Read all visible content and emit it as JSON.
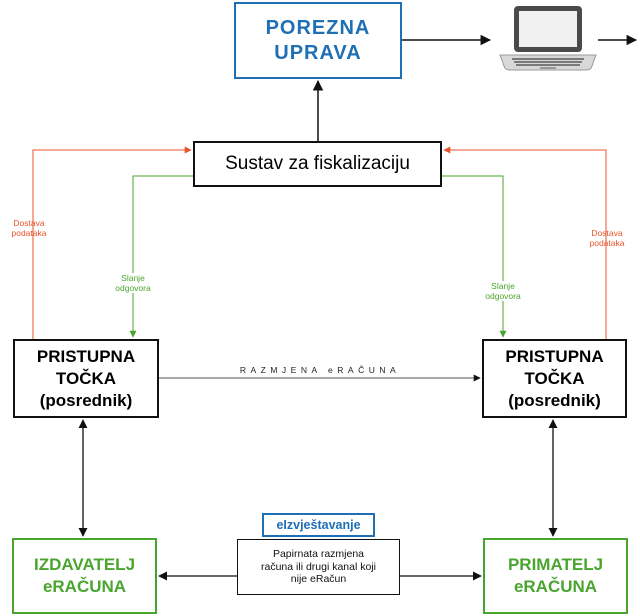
{
  "colors": {
    "blue": "#1f6fb5",
    "green": "#4aa52e",
    "red": "#e8542c",
    "black": "#111111"
  },
  "icons": {
    "laptop": "laptop-icon"
  },
  "nodes": {
    "porezna_uprava": [
      "POREZNA",
      "UPRAVA"
    ],
    "sustav": "Sustav za fiskalizaciju",
    "pristupna_left": [
      "PRISTUPNA",
      "TOČKA",
      "(posrednik)"
    ],
    "pristupna_right": [
      "PRISTUPNA",
      "TOČKA",
      "(posrednik)"
    ],
    "izdavatelj": [
      "IZDAVATELJ",
      "eRAČUNA"
    ],
    "primatelj": [
      "PRIMATELJ",
      "eRAČUNA"
    ],
    "papirnata": [
      "Papirnata razmjena",
      "računa ili drugi kanal koji",
      "nije eRačun"
    ],
    "eizvjestavanje": "eIzvještavanje"
  },
  "edge_labels": {
    "dostava_left": [
      "Dostava",
      "podataka"
    ],
    "dostava_right": [
      "Dostava",
      "podataka"
    ],
    "slanje_left": [
      "Slanje",
      "odgovora"
    ],
    "slanje_right": [
      "Slanje",
      "odgovora"
    ],
    "razmjena": "RAZMJENA eRAČUNA"
  }
}
